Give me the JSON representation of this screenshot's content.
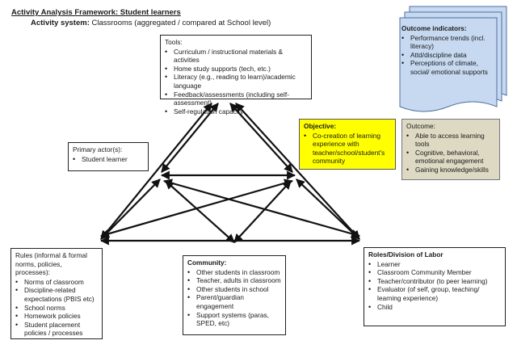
{
  "header": {
    "title": "Activity Analysis Framework:  Student learners",
    "subtitle_label": "Activity system:",
    "subtitle_value": "Classrooms (aggregated / compared at School level)"
  },
  "tools": {
    "title": "Tools:",
    "items": [
      "Curriculum / instructional materials & activities",
      "Home study supports (tech, etc.)",
      "Literacy (e.g., reading to learn)/academic language",
      "Feedback/assessments (including self-assessment)",
      "Self-regulation capacity"
    ]
  },
  "primary_actor": {
    "title": "Primary actor(s):",
    "items": [
      "Student learner"
    ]
  },
  "objective": {
    "title": "Objective:",
    "items": [
      "Co-creation of learning experience with teacher/school/student's community"
    ]
  },
  "outcome": {
    "title": "Outcome:",
    "items": [
      "Able to access learning tools",
      "Cognitive, behavioral, emotional engagement",
      "Gaining knowledge/skills"
    ]
  },
  "outcome_indicators": {
    "title": "Outcome indicators:",
    "items": [
      "Performance trends (incl. literacy)",
      "Attd/discipline data",
      "Perceptions of climate, social/ emotional supports"
    ]
  },
  "rules": {
    "title": "Rules (informal & formal norms, policies, processes):",
    "items": [
      "Norms of classroom",
      "Discipline-related expectations (PBIS etc)",
      "School norms",
      "Homework policies",
      "Student placement policies / processes"
    ]
  },
  "community": {
    "title": "Community:",
    "items": [
      "Other students in classroom",
      "Teacher, adults in classroom",
      "Other students in school",
      "Parent/guardian engagement",
      "Support systems (paras, SPED, etc)"
    ]
  },
  "roles": {
    "title": "Roles/Division of Labor",
    "items": [
      "Learner",
      "Classroom Community Member",
      "Teacher/contributor (to peer learning)",
      "Evaluator (of self, group, teaching/ learning experience)",
      "Child"
    ]
  },
  "colors": {
    "objective_bg": "#ffff00",
    "outcome_bg": "#ddd9c3",
    "indicators_bg": "#c6d9f1",
    "arrow": "#111111"
  }
}
